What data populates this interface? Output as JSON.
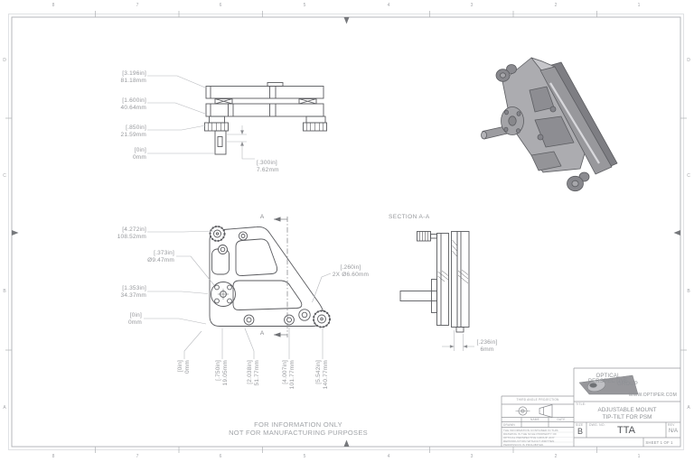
{
  "sheet": {
    "zones_top": [
      "8",
      "7",
      "6",
      "5",
      "4",
      "3",
      "2",
      "1"
    ],
    "zones_bottom": [
      "8",
      "7",
      "6",
      "5",
      "4",
      "3",
      "2",
      "1"
    ],
    "zones_left": [
      "D",
      "C",
      "B",
      "A"
    ],
    "zones_right": [
      "D",
      "C",
      "B",
      "A"
    ],
    "note_line1": "FOR INFORMATION ONLY",
    "note_line2": "NOT FOR MANUFACTURING PURPOSES"
  },
  "section": {
    "label": "SECTION A-A",
    "marker": "A"
  },
  "dims": {
    "tv_height": {
      "in": "[3.196in]",
      "mm": "81.18mm"
    },
    "tv_mid": {
      "in": "[1.600in]",
      "mm": "40.64mm"
    },
    "tv_low": {
      "in": "[.850in]",
      "mm": "21.59mm"
    },
    "tv_zero": {
      "in": "[0in]",
      "mm": "0mm"
    },
    "tv_offset": {
      "in": "[.300in]",
      "mm": "7.62mm"
    },
    "fv_height": {
      "in": "[4.272in]",
      "mm": "108.52mm"
    },
    "fv_hole": {
      "in": "[.373in]",
      "mm": "Ø9.47mm"
    },
    "fv_mid": {
      "in": "[1.353in]",
      "mm": "34.37mm"
    },
    "fv_zero": {
      "in": "[0in]",
      "mm": "0mm"
    },
    "fv_2x": {
      "in": "[.260in]",
      "mm": "2X Ø6.60mm"
    },
    "bx_1": {
      "in": "[0in]",
      "mm": "0mm"
    },
    "bx_2": {
      "in": "[.750in]",
      "mm": "19.05mm"
    },
    "bx_3": {
      "in": "[2.038in]",
      "mm": "51.77mm"
    },
    "bx_4": {
      "in": "[4.007in]",
      "mm": "101.77mm"
    },
    "bx_5": {
      "in": "[5.542in]",
      "mm": "140.77mm"
    },
    "sec_w": {
      "in": "[.236in]",
      "mm": "6mm"
    }
  },
  "title_block": {
    "company_line1": "OPTICAL PERSPECTIVE",
    "company_line2": "GROUP",
    "website": "WWW.OPTIPER.COM",
    "title_label": "TITLE:",
    "title_line1": "ADJUSTABLE MOUNT",
    "title_line2": "TIP-TILT FOR PSM",
    "size_label": "SIZE",
    "size_value": "B",
    "dwg_label": "DWG. NO.",
    "dwg_value": "TTA",
    "rev_label": "REV",
    "rev_value": "N/A",
    "sheet_label": "SHEET 1 OF 1"
  },
  "projection_block": {
    "header": "THIRD ANGLE PROJECTION",
    "col_name": "NAME",
    "col_date": "DATE",
    "row_drawn": "DRAWN",
    "notice": [
      "THE INFORMATION CONTAINED IN THIS",
      "DRAWING IS THE SOLE PROPERTY OF",
      "OPTICAL PERSPECTIVE GROUP. ANY",
      "REPRODUCTION WITHOUT WRITTEN",
      "PERMISSION IS PROHIBITED."
    ]
  }
}
